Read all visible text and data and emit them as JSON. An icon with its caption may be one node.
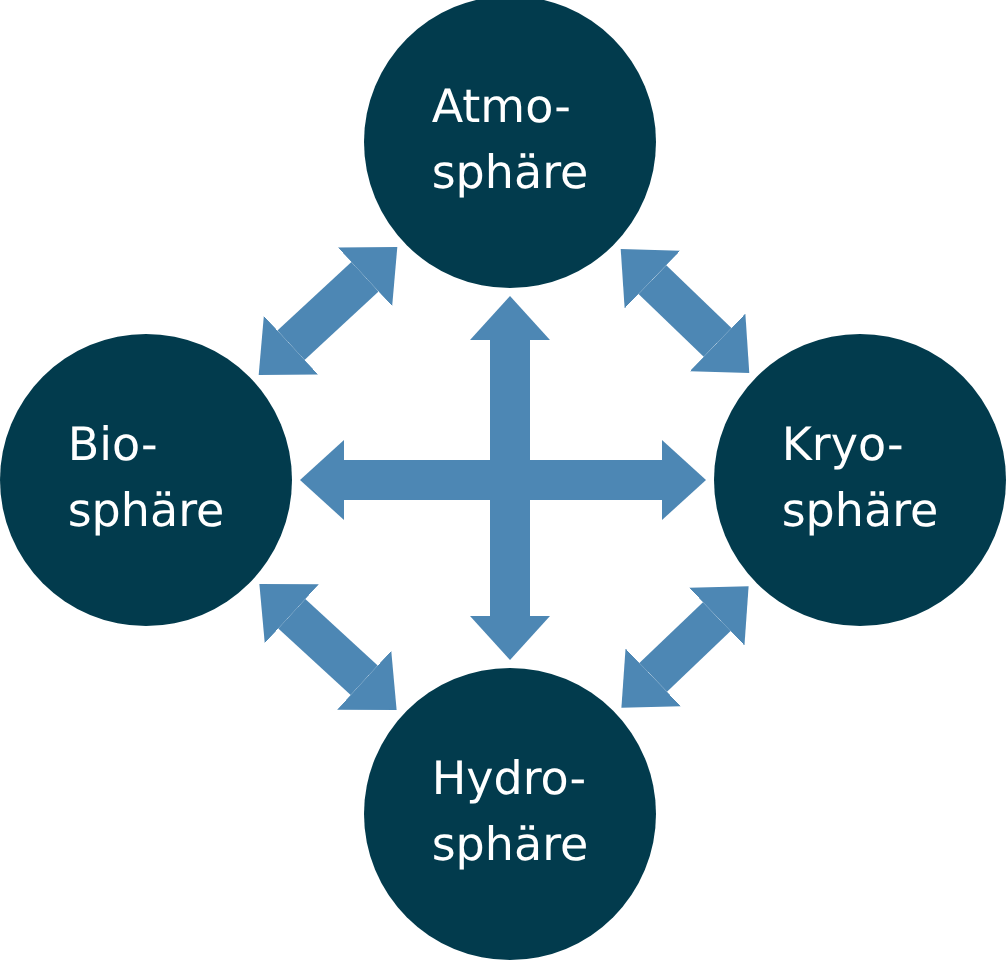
{
  "diagram": {
    "nodes": [
      {
        "text": [
          "Atmo- sphäre"
        ]
      },
      {
        "text": [
          "Bio- sphäre"
        ]
      },
      {
        "text": [
          "Kryo- sphäre"
        ]
      },
      {
        "text": [
          "Hydro- sphäre"
        ]
      }
    ],
    "edges": [
      {
        "from": 0,
        "to": 1,
        "arrow": "both"
      },
      {
        "from": 0,
        "to": 2,
        "arrow": "both"
      },
      {
        "from": 0,
        "to": 3,
        "arrow": "both"
      },
      {
        "from": 1,
        "to": 2,
        "arrow": "both"
      },
      {
        "from": 1,
        "to": 3,
        "arrow": "both"
      },
      {
        "from": 2,
        "to": 3,
        "arrow": "both"
      }
    ]
  }
}
